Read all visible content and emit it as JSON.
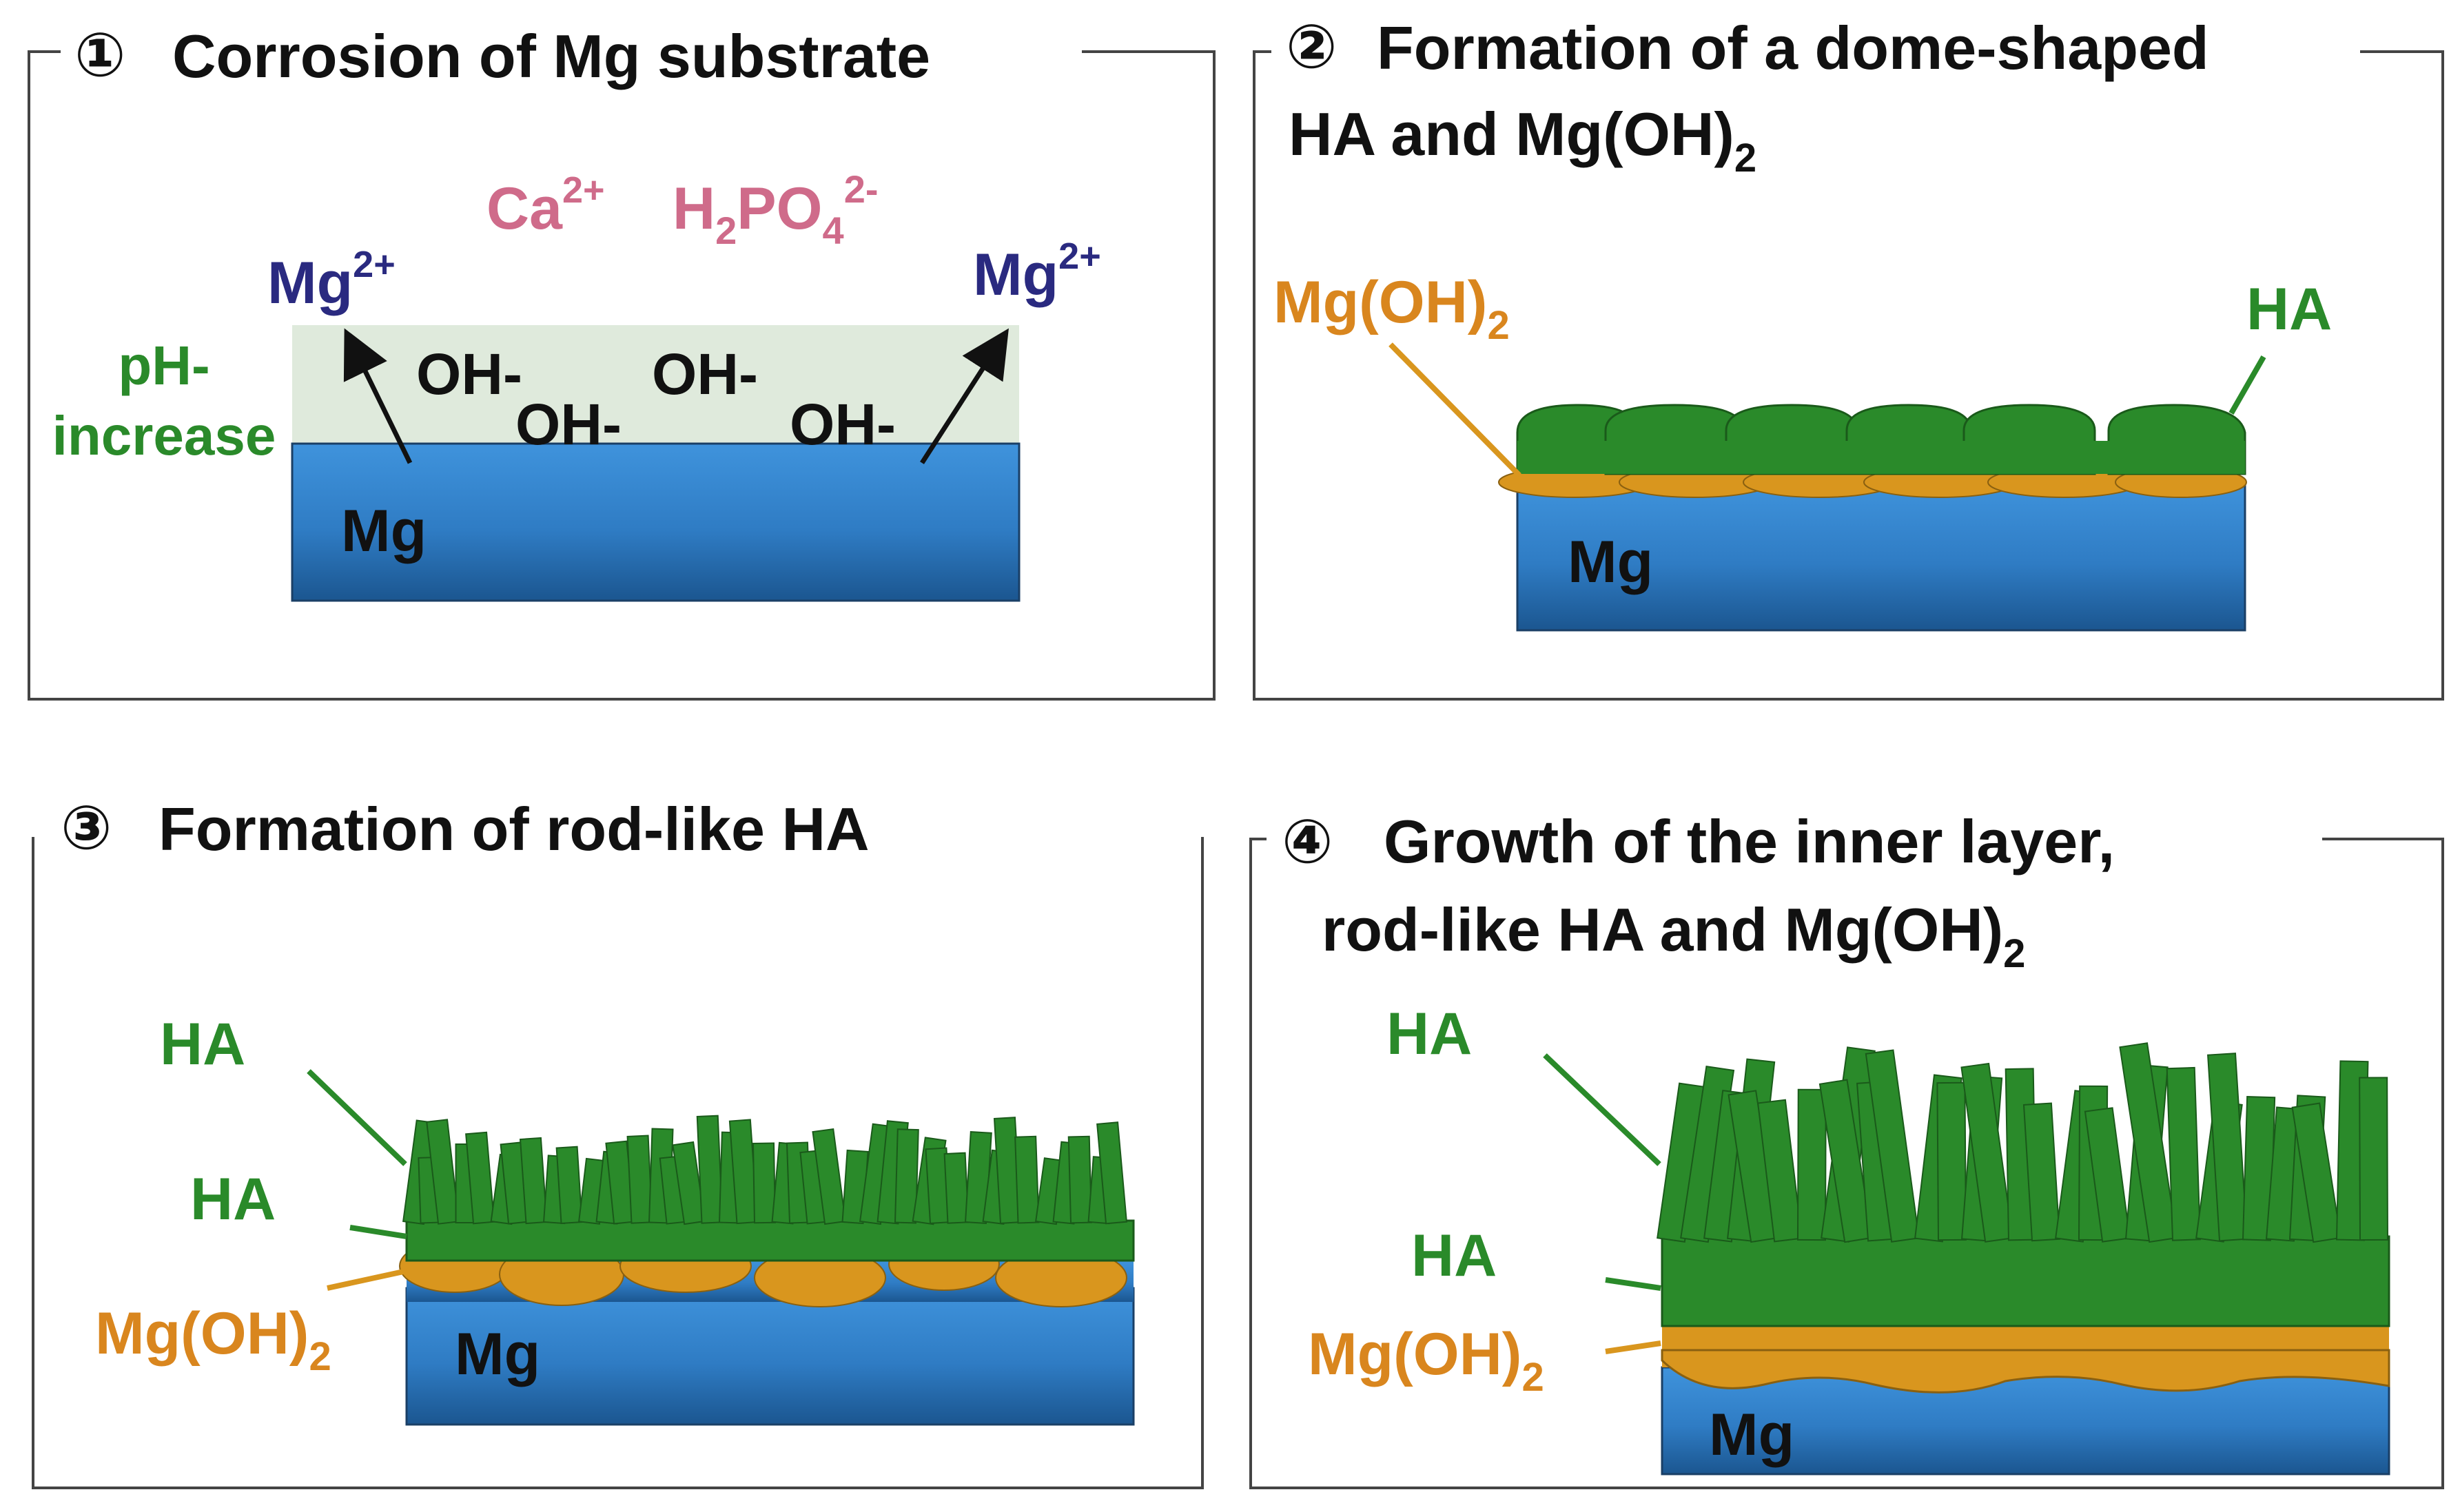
{
  "colors": {
    "mg_top": "#3f8fd8",
    "mg_bottom": "#1f5f98",
    "green": "#2a8a2a",
    "orange": "#d9961e",
    "ph_zone": "#dfeadc",
    "cation": "#2a2a80",
    "anion": "#cf6b8a",
    "text": "#111111",
    "frame": "#444444"
  },
  "panel1": {
    "number": "①",
    "title": "Corrosion of Mg substrate",
    "ca": "Ca",
    "ca_sup": "2+",
    "h2po4_h": "H",
    "h2po4_sub2": "2",
    "h2po4_po": "PO",
    "h2po4_sub4": "4",
    "h2po4_sup": "2-",
    "mg_ion": "Mg",
    "mg_ion_sup": "2+",
    "ph_line1": "pH-",
    "ph_line2": "increase",
    "oh": "OH-",
    "mg": "Mg"
  },
  "panel2": {
    "number": "②",
    "title_line1": "Formation of a dome-shaped",
    "title_line2_a": "HA   and Mg(OH)",
    "title_line2_sub": "2",
    "label_mgoh": "Mg(OH)",
    "label_mgoh_sub": "2",
    "label_ha": "HA",
    "mg": "Mg"
  },
  "panel3": {
    "number": "③",
    "title": "Formation of rod-like HA",
    "label_ha_rods": "HA",
    "label_ha_layer": "HA",
    "label_mgoh": "Mg(OH)",
    "label_mgoh_sub": "2",
    "mg": "Mg"
  },
  "panel4": {
    "number": "④",
    "title_line1": "Growth of the inner layer,",
    "title_line2_a": "rod-like HA   and Mg(OH)",
    "title_line2_sub": "2",
    "label_ha_rods": "HA",
    "label_ha_layer": "HA",
    "label_mgoh": "Mg(OH)",
    "label_mgoh_sub": "2",
    "mg": "Mg"
  }
}
